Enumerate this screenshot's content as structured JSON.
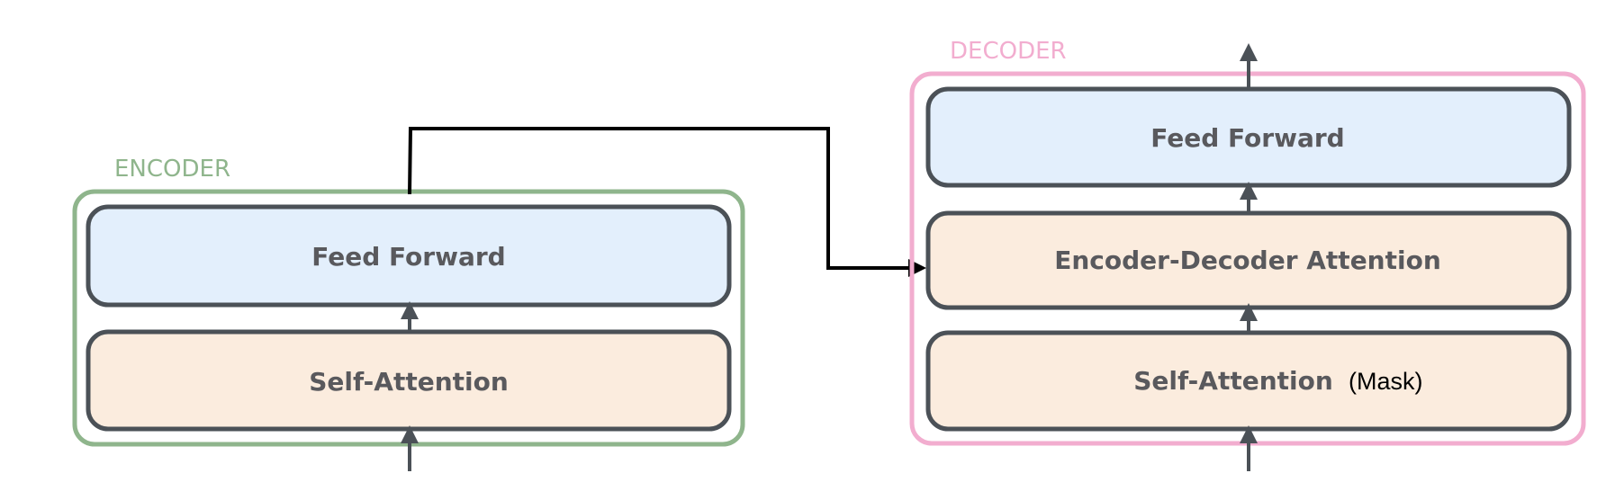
{
  "encoder": {
    "label": "ENCODER",
    "feed_forward": "Feed Forward",
    "self_attention": "Self-Attention"
  },
  "decoder": {
    "label": "DECODER",
    "feed_forward": "Feed Forward",
    "enc_dec_attention": "Encoder-Decoder Attention",
    "self_attention": "Self-Attention",
    "mask_note": "(Mask)"
  },
  "colors": {
    "encoder_border": "#8fb58c",
    "decoder_border": "#f2adcf",
    "feed_forward_fill": "#e3effc",
    "attention_fill": "#fbecde",
    "box_border": "#4b5157",
    "arrow": "#4b5157",
    "connector": "#000000"
  }
}
